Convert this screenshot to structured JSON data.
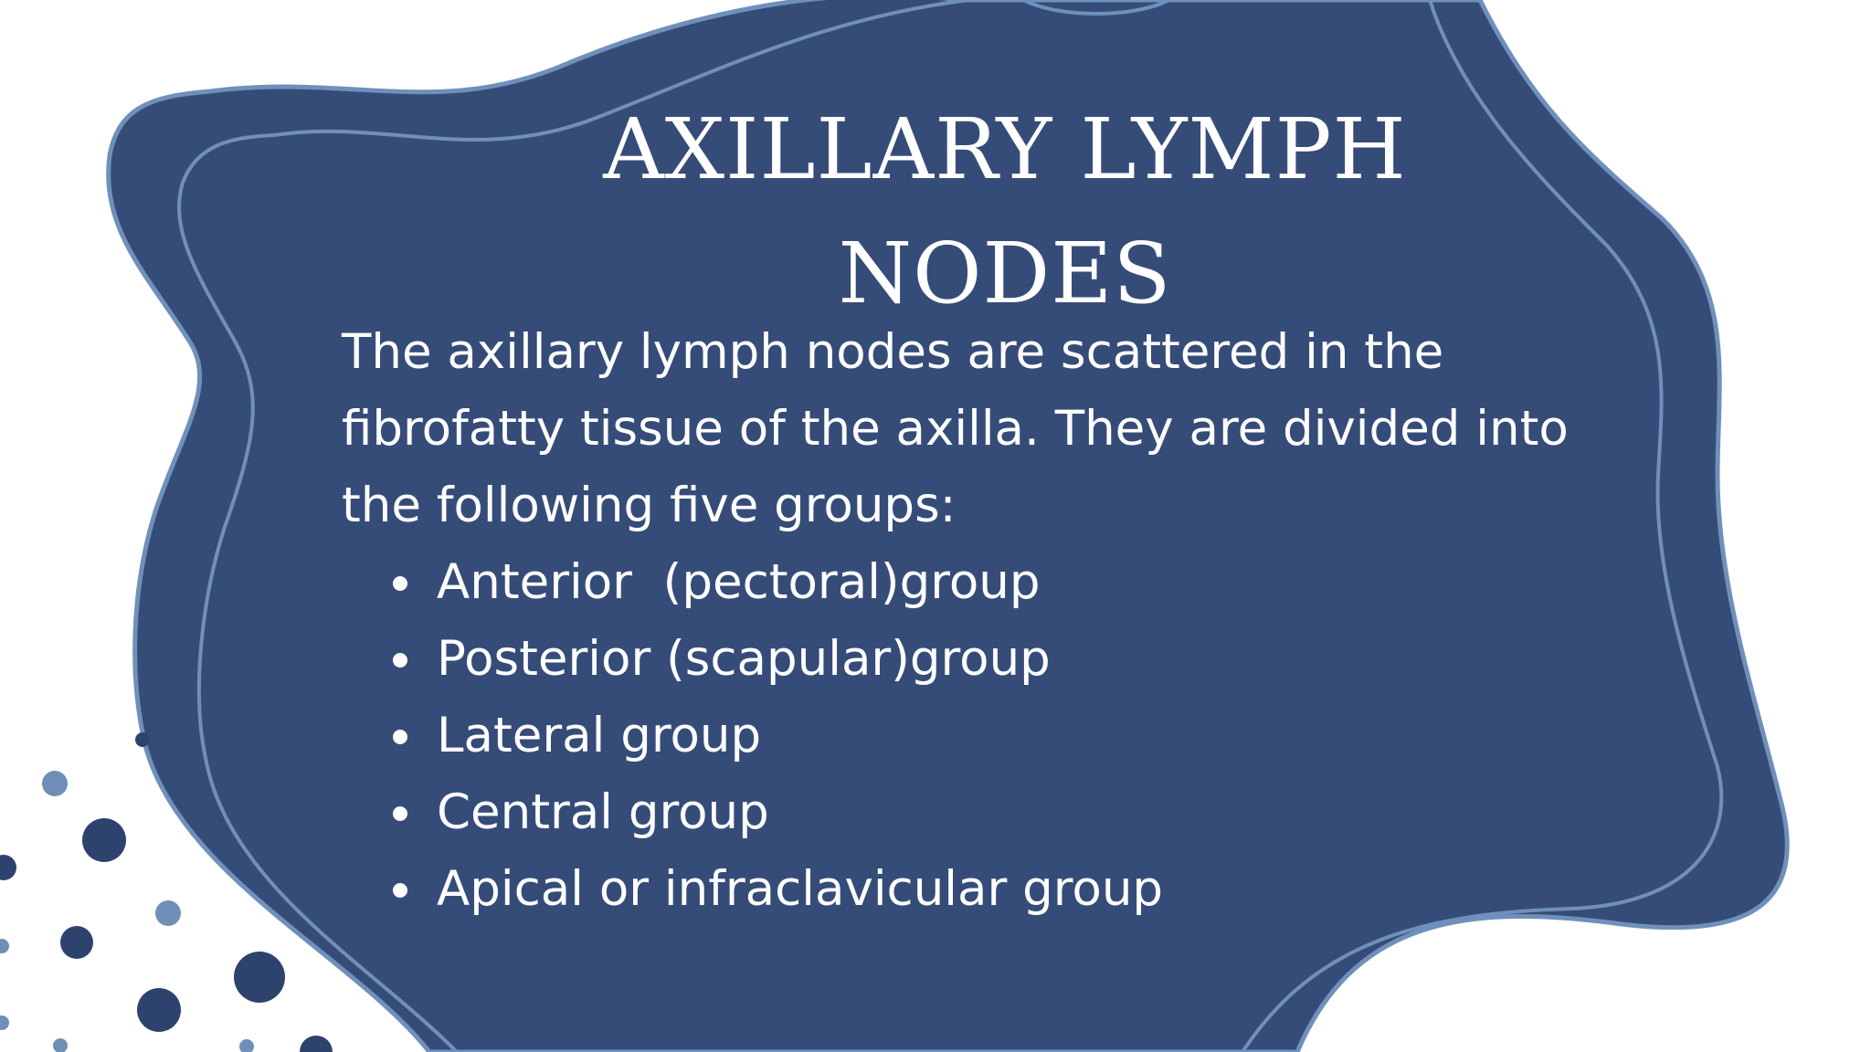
{
  "slide": {
    "title_lines": [
      "AXILLARY LYMPH",
      "NODES"
    ],
    "intro": "The axillary lymph nodes are scattered in the fibrofatty tissue of the axilla. They are divided into the following five groups:",
    "groups": [
      "Anterior  (pectoral)group",
      "Posterior (scapular)group",
      "Lateral group",
      "Central group",
      "Apical or infraclavicular group"
    ]
  },
  "colors": {
    "background": "#ffffff",
    "blob_fill": "#364c78",
    "blob_outline": "#6f90bb",
    "dot_dark": "#2e426e",
    "dot_light": "#6f8fb8",
    "text": "#ffffff"
  }
}
